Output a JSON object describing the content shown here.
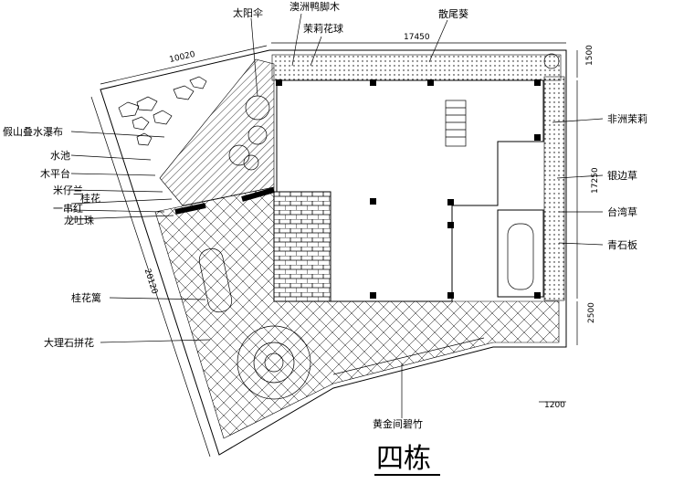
{
  "title": "四栋",
  "dimensions": {
    "top_left": "10020",
    "top": "17450",
    "right_top": "1500",
    "right_mid": "17250",
    "right_bottom": "2500",
    "left_diag": "20120",
    "bottom_right": "1200"
  },
  "labels": {
    "sun_umbrella": "太阳伞",
    "australian_duckfoot": "澳洲鸭脚木",
    "jasmine_ball": "茉莉花球",
    "sago_palm": "散尾葵",
    "rockery_waterfall": "假山叠水瀑布",
    "pond": "水池",
    "wood_deck": "木平台",
    "aglaia": "米仔兰",
    "osmanthus": "桂花",
    "salvia": "一串红",
    "dragon_pearl": "龙吐珠",
    "osmanthus_hedge": "桂花篱",
    "marble_mosaic": "大理石拼花",
    "golden_bamboo": "黄金间碧竹",
    "african_jasmine": "非洲茉莉",
    "border_grass": "银边草",
    "taiwan_grass": "台湾草",
    "bluestone_slab": "青石板"
  }
}
